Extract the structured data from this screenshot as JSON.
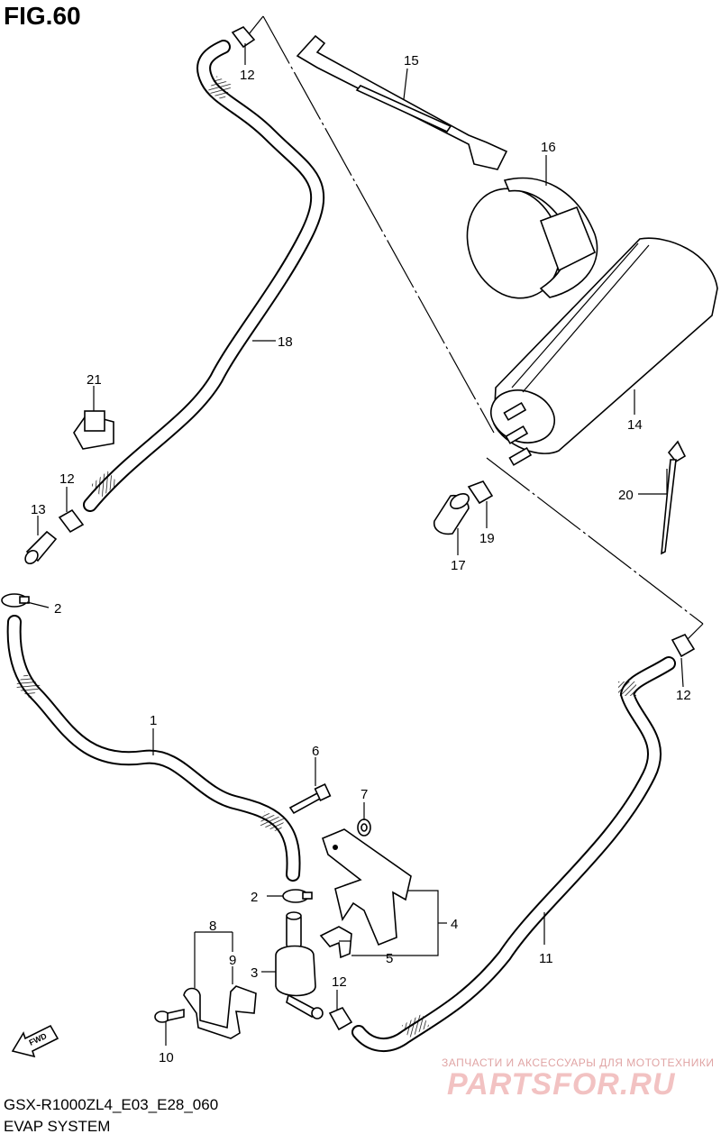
{
  "figure": {
    "title": "FIG.60",
    "model_code": "GSX-R1000ZL4_E03_E28_060",
    "section": "EVAP SYSTEM"
  },
  "fwd_arrow": {
    "label": "FWD"
  },
  "watermark": {
    "tagline": "ЗАПЧАСТИ И АКСЕССУАРЫ ДЛЯ МОТОТЕХНИКИ",
    "logo": "PARTSFOR.RU"
  },
  "callouts": [
    {
      "id": "c-12a",
      "label": "12"
    },
    {
      "id": "c-15",
      "label": "15"
    },
    {
      "id": "c-16",
      "label": "16"
    },
    {
      "id": "c-18",
      "label": "18"
    },
    {
      "id": "c-14",
      "label": "14"
    },
    {
      "id": "c-21",
      "label": "21"
    },
    {
      "id": "c-12b",
      "label": "12"
    },
    {
      "id": "c-13",
      "label": "13"
    },
    {
      "id": "c-20",
      "label": "20"
    },
    {
      "id": "c-19",
      "label": "19"
    },
    {
      "id": "c-17",
      "label": "17"
    },
    {
      "id": "c-2a",
      "label": "2"
    },
    {
      "id": "c-12c",
      "label": "12"
    },
    {
      "id": "c-1",
      "label": "1"
    },
    {
      "id": "c-6",
      "label": "6"
    },
    {
      "id": "c-7",
      "label": "7"
    },
    {
      "id": "c-2b",
      "label": "2"
    },
    {
      "id": "c-4",
      "label": "4"
    },
    {
      "id": "c-8",
      "label": "8"
    },
    {
      "id": "c-9",
      "label": "9"
    },
    {
      "id": "c-5",
      "label": "5"
    },
    {
      "id": "c-3",
      "label": "3"
    },
    {
      "id": "c-11",
      "label": "11"
    },
    {
      "id": "c-12d",
      "label": "12"
    },
    {
      "id": "c-10",
      "label": "10"
    }
  ]
}
